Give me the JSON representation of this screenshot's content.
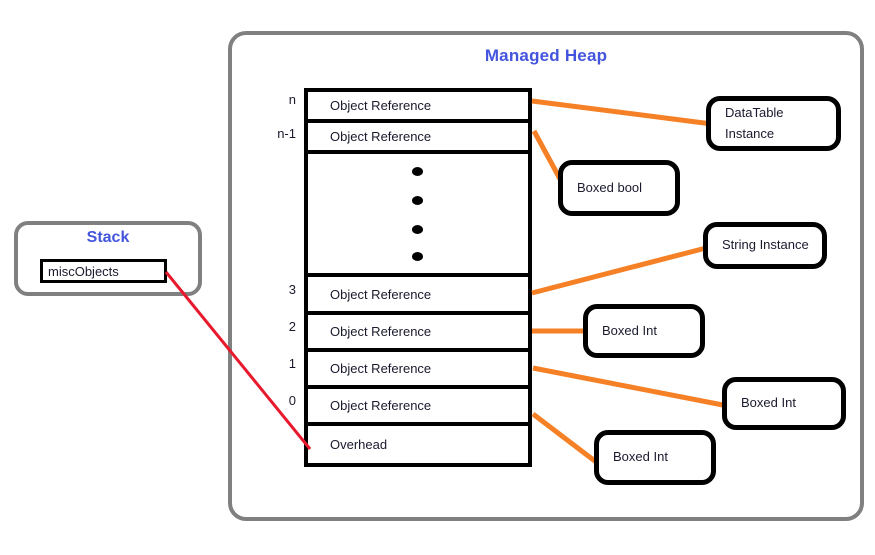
{
  "diagram": {
    "title": "Managed Heap",
    "stack": {
      "title": "Stack",
      "variable": "miscObjects"
    },
    "heap": {
      "rows": [
        {
          "index": "n",
          "label": "Object Reference"
        },
        {
          "index": "n-1",
          "label": "Object Reference"
        },
        {
          "index": "",
          "label": ""
        },
        {
          "index": "3",
          "label": "Object Reference"
        },
        {
          "index": "2",
          "label": "Object Reference"
        },
        {
          "index": "1",
          "label": "Object Reference"
        },
        {
          "index": "0",
          "label": "Object Reference"
        },
        {
          "index": "",
          "label": "Overhead"
        }
      ]
    },
    "callouts": [
      {
        "line1": "DataTable",
        "line2": "Instance"
      },
      {
        "line1": "Boxed bool",
        "line2": ""
      },
      {
        "line1": "String Instance",
        "line2": ""
      },
      {
        "line1": "Boxed Int",
        "line2": ""
      },
      {
        "line1": "Boxed Int",
        "line2": ""
      },
      {
        "line1": "Boxed Int",
        "line2": ""
      }
    ],
    "colors": {
      "title_blue": "#4455dd",
      "connector_orange": "#F58025",
      "stack_link_red": "#E8192C",
      "container_gray": "#808080",
      "box_black": "#000000"
    }
  }
}
